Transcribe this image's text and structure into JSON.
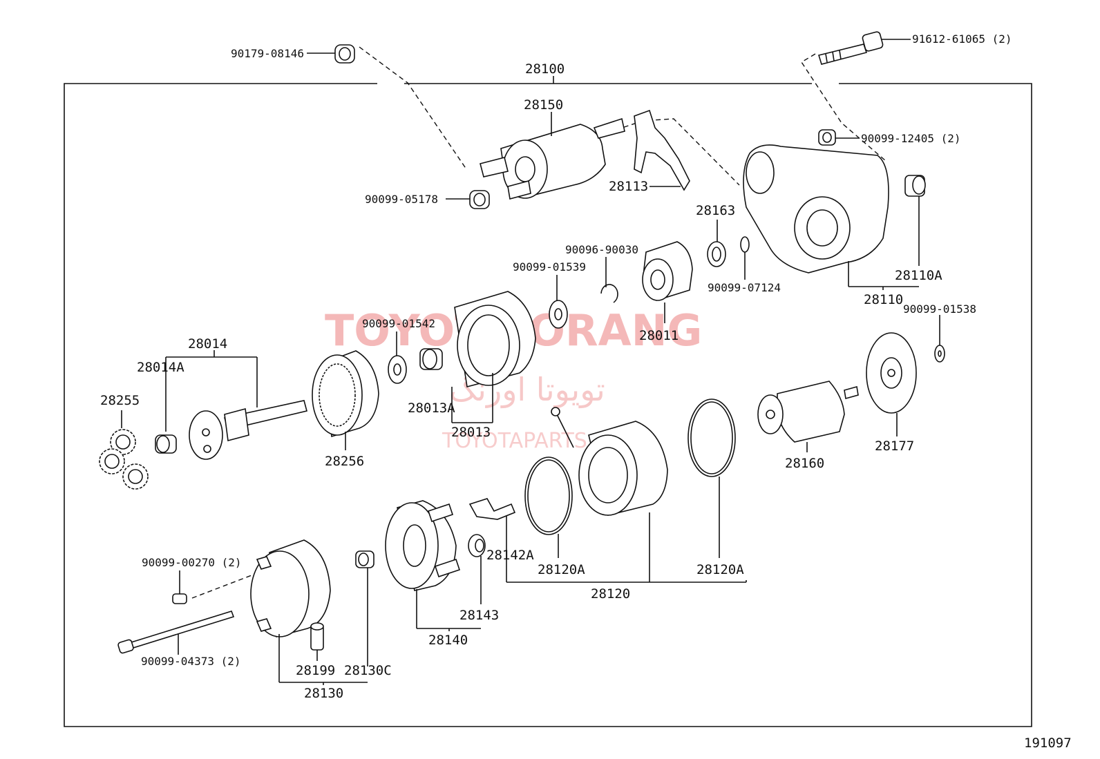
{
  "diagram": {
    "assembly_label": "28100",
    "figure_number": "191097",
    "watermark": {
      "brand": "TOYOTA ORANG",
      "arabic": "تویوتا اورنگ",
      "url": "TOYOTAPARTS.IR"
    },
    "labels": {
      "p90179_08146": "90179-08146",
      "p91612_61065": "91612-61065 (2)",
      "p28150": "28150",
      "p90099_12405": "90099-12405 (2)",
      "p28113": "28113",
      "p90099_05178": "90099-05178",
      "p28163": "28163",
      "p90096_90030": "90096-90030",
      "p90099_01539": "90099-01539",
      "p28110A": "28110A",
      "p90099_07124": "90099-07124",
      "p28110": "28110",
      "p90099_01538": "90099-01538",
      "p90099_01542": "90099-01542",
      "p28011": "28011",
      "p28014": "28014",
      "p28014A": "28014A",
      "p28255": "28255",
      "p28013A": "28013A",
      "p28013": "28013",
      "p28256": "28256",
      "p28160": "28160",
      "p28177": "28177",
      "p90099_00270": "90099-00270 (2)",
      "p28142A": "28142A",
      "p28120A_left": "28120A",
      "p28120A_right": "28120A",
      "p28120": "28120",
      "p28143": "28143",
      "p28140": "28140",
      "p90099_04373": "90099-04373 (2)",
      "p28199": "28199",
      "p28130C": "28130C",
      "p28130": "28130"
    }
  }
}
